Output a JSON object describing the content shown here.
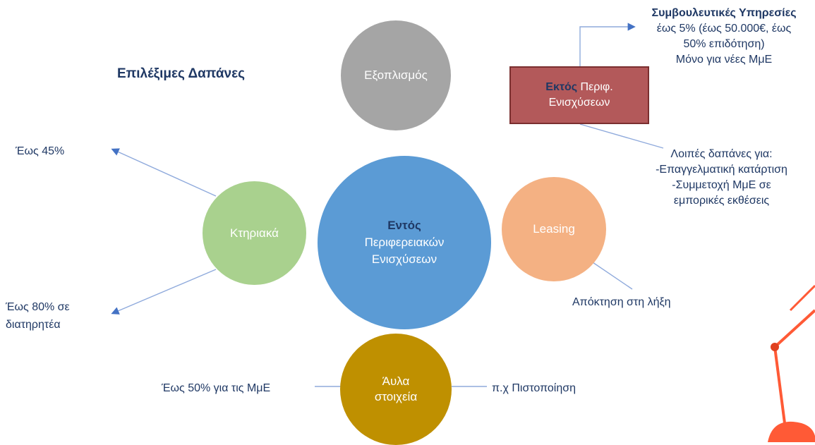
{
  "title": "Επιλέξιμες Δαπάνες",
  "center": {
    "bold": "Εντός",
    "line2": "Περιφερειακών",
    "line3": "Ενισχύσεων"
  },
  "equipment": {
    "label": "Εξοπλισμός"
  },
  "buildings": {
    "label": "Κτηριακά",
    "note_top": "Έως 45%",
    "note_bottom_1": "Έως 80% σε",
    "note_bottom_2": "διατηρητέα"
  },
  "leasing": {
    "label": "Leasing",
    "note": "Απόκτηση στη λήξη"
  },
  "intangible": {
    "line1": "Άυλα",
    "line2": "στοιχεία",
    "note_left": "Έως 50% για τις ΜμΕ",
    "note_right": "π.χ Πιστοποίηση"
  },
  "outside_box": {
    "bold": "Εκτός",
    "rest": " Περιφ.",
    "line2": "Ενισχύσεων"
  },
  "consulting": {
    "title": "Συμβουλευτικές Υπηρεσίες",
    "line1": "έως 5% (έως 50.000€, έως",
    "line2": "50% επιδότηση)",
    "line3": "Μόνο για νέες ΜμΕ"
  },
  "other_costs": {
    "line1": "Λοιπές δαπάνες για:",
    "line2": "-Επαγγελματική κατάρτιση",
    "line3": "-Συμμετοχή ΜμΕ σε",
    "line4": "εμπορικές εκθέσεις"
  },
  "colors": {
    "center": "#5b9bd5",
    "equipment": "#a5a5a5",
    "buildings": "#a9d18e",
    "leasing": "#f4b183",
    "intangible": "#bf9000",
    "box": "#b3595a",
    "text": "#1f3864",
    "connector": "#8faadc",
    "lamp": "#ff5a36"
  }
}
